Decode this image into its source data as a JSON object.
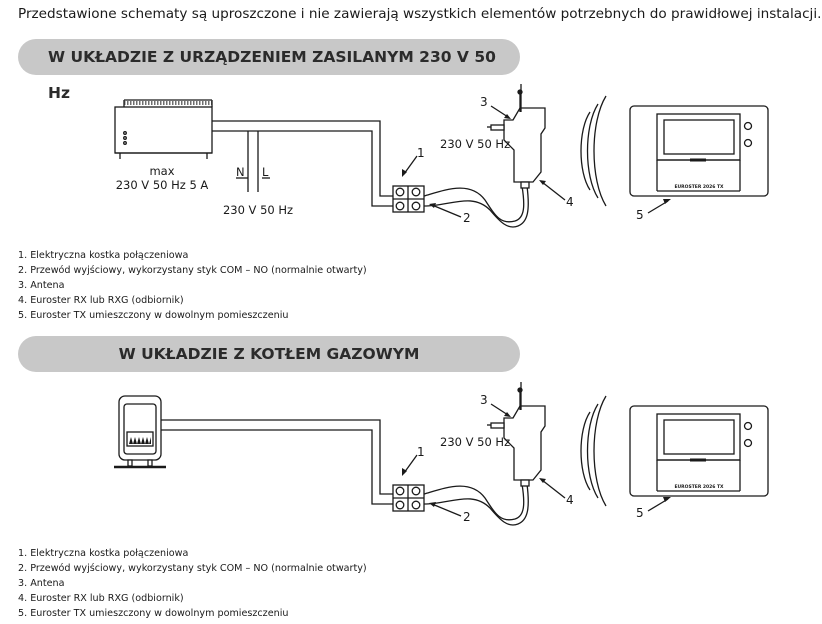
{
  "intro": "Przedstawione schematy są uproszczone i nie zawierają wszystkich elementów potrzebnych do prawidłowej instalacji.",
  "sections": [
    {
      "title": "W UKŁADZIE Z URZĄDZENIEM ZASILANYM 230 V 50 Hz",
      "device_label_1": "max",
      "device_label_2": "230 V 50 Hz 5 A",
      "n_label": "N",
      "l_label": "L",
      "mains_label": "230 V 50 Hz",
      "receiver_label": "230 V 50 Hz",
      "callouts": [
        "1",
        "2",
        "3",
        "4",
        "5"
      ],
      "tx_brand": "EUROSTER 2026 TX",
      "legend": [
        "1. Elektryczna kostka połączeniowa",
        "2. Przewód wyjściowy, wykorzystany styk COM – NO (normalnie otwarty)",
        "3. Antena",
        "4. Euroster RX lub RXG (odbiornik)",
        "5. Euroster TX umieszczony w dowolnym pomieszczeniu"
      ]
    },
    {
      "title": "W UKŁADZIE Z KOTŁEM GAZOWYM",
      "receiver_label": "230 V 50 Hz",
      "callouts": [
        "1",
        "2",
        "3",
        "4",
        "5"
      ],
      "tx_brand": "EUROSTER 2026 TX",
      "legend": [
        "1. Elektryczna kostka połączeniowa",
        "2. Przewód wyjściowy, wykorzystany styk COM – NO (normalnie otwarty)",
        "3. Antena",
        "4. Euroster RX lub RXG (odbiornik)",
        "5. Euroster TX umieszczony w dowolnym pomieszczeniu"
      ]
    }
  ]
}
